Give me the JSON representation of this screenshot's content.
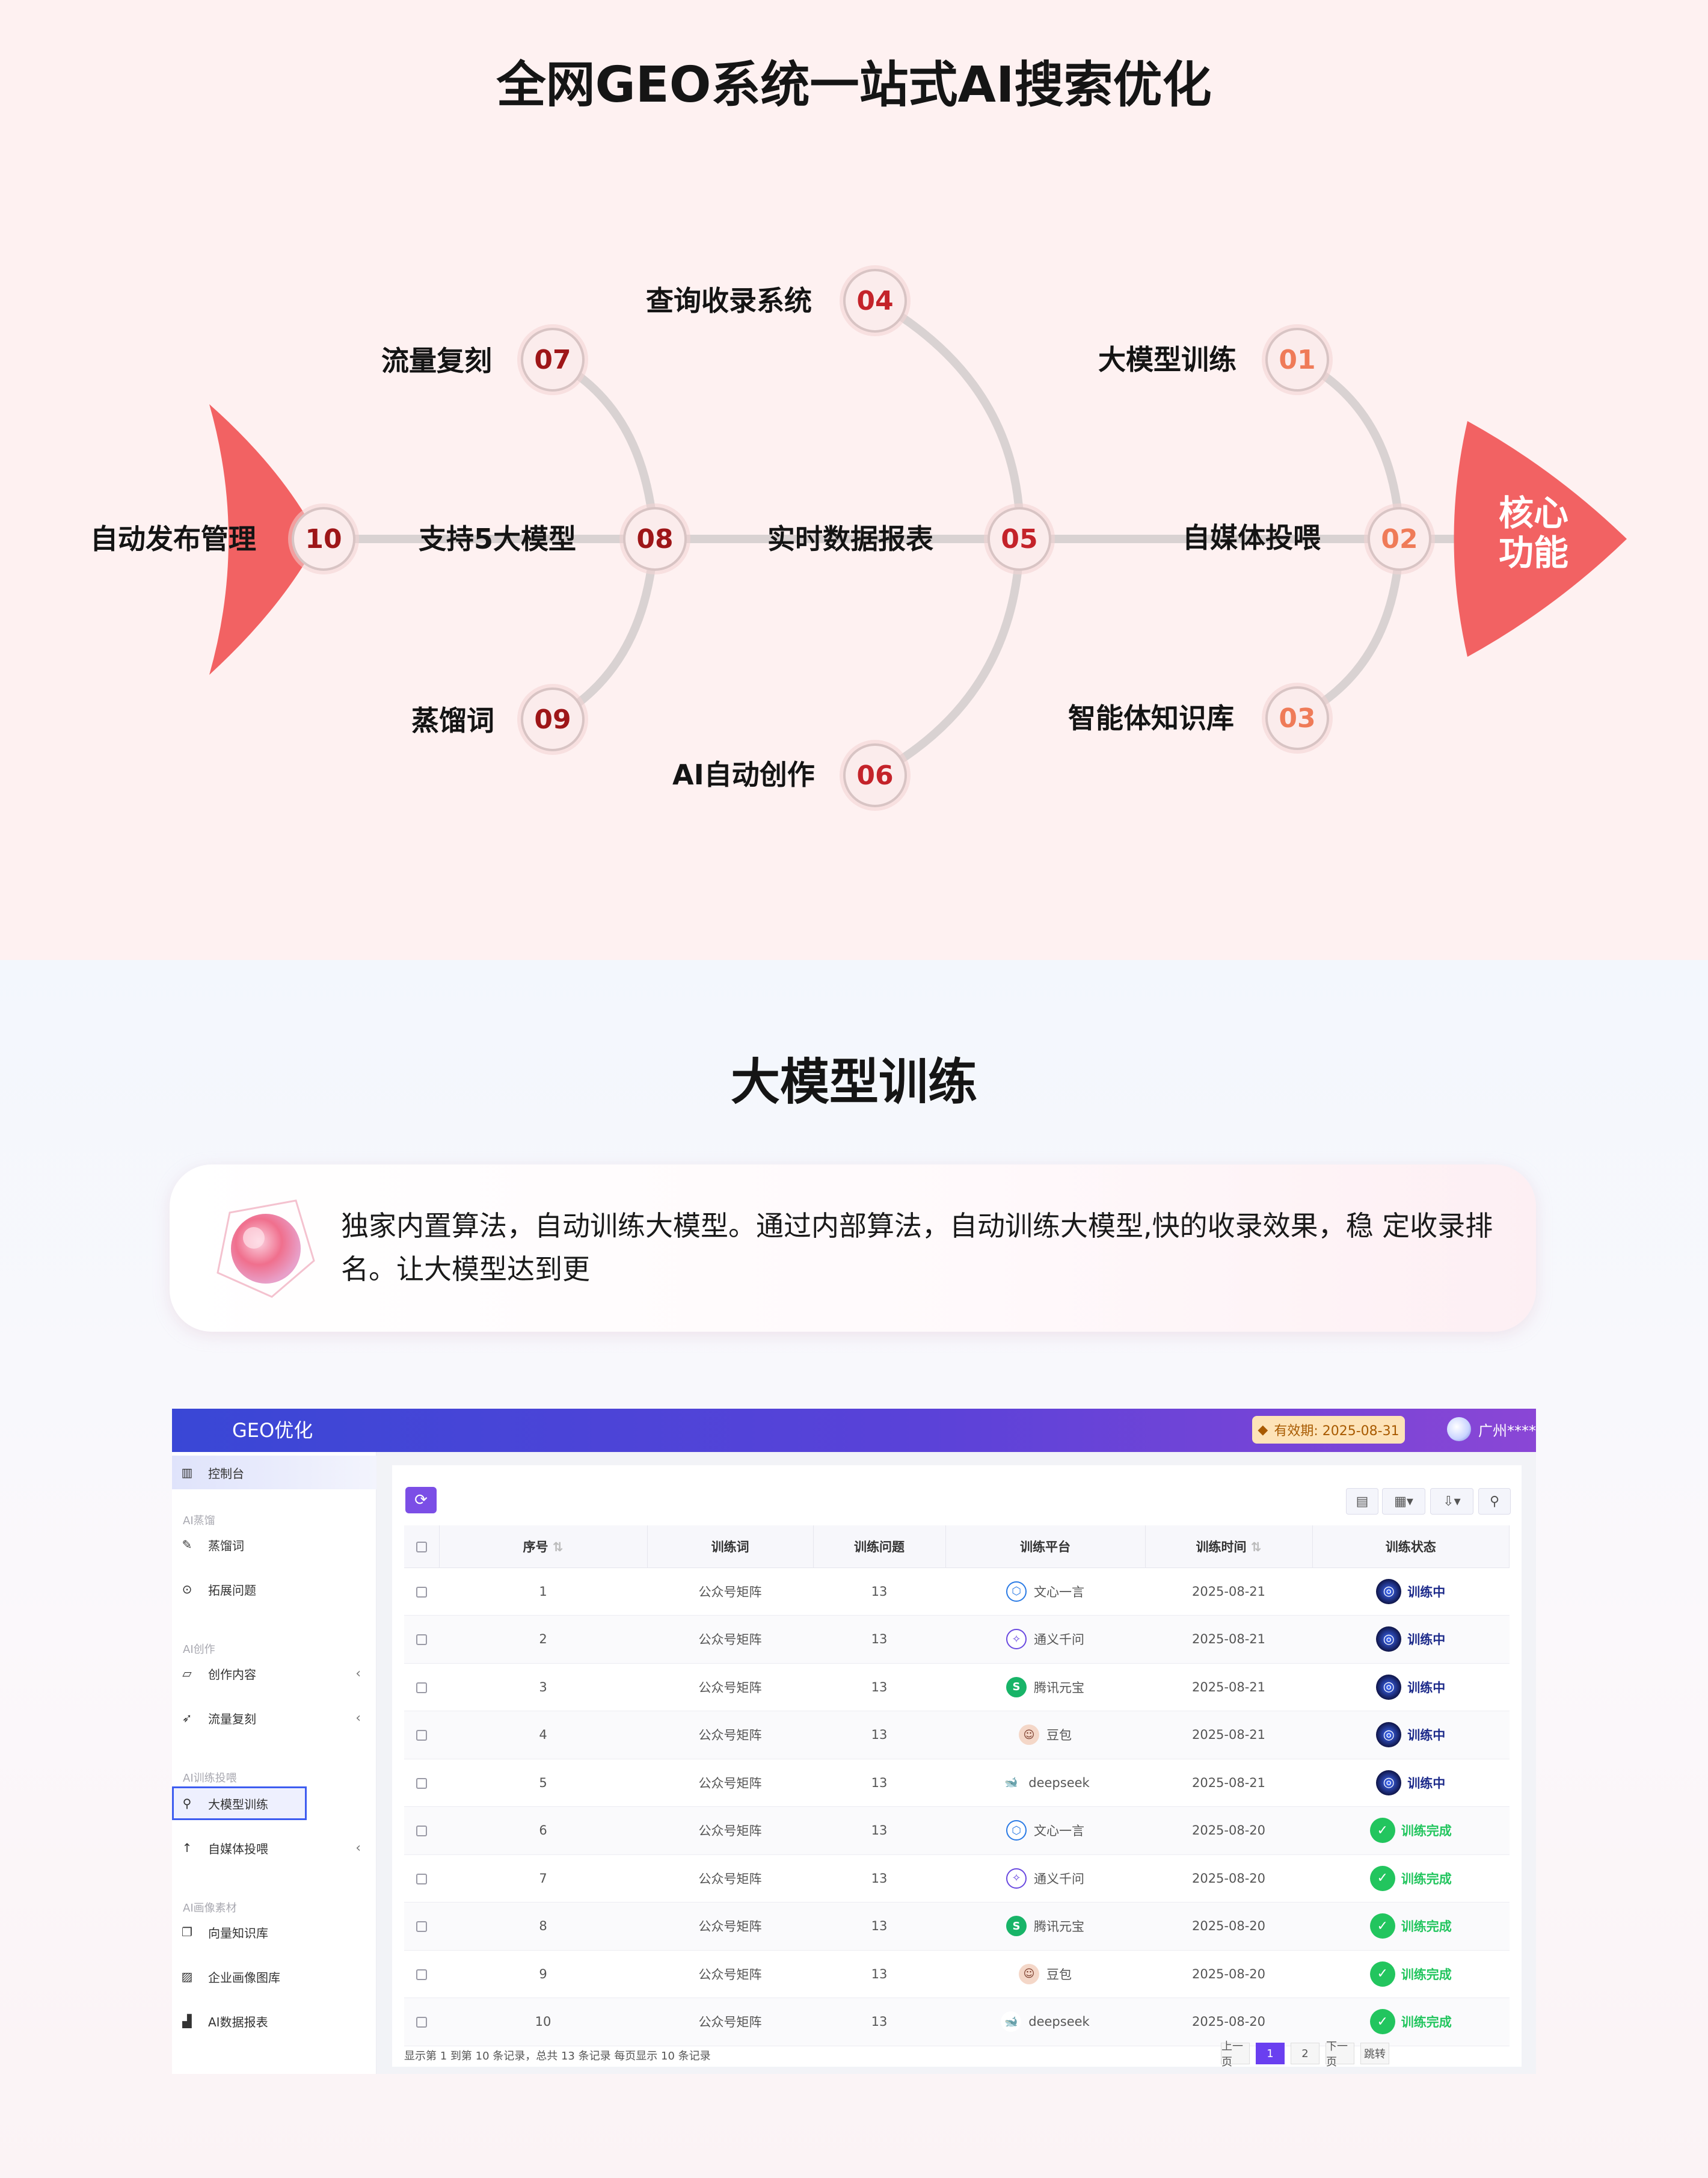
{
  "section1": {
    "title": "全网GEO系统一站式AI搜索优化",
    "core_label": "核心\n功能",
    "nodes": [
      {
        "num": "10",
        "label": "自动发布管理"
      },
      {
        "num": "09",
        "label": "蒸馏词"
      },
      {
        "num": "08",
        "label": "支持5大模型"
      },
      {
        "num": "07",
        "label": "流量复刻"
      },
      {
        "num": "06",
        "label": "AI自动创作"
      },
      {
        "num": "05",
        "label": "实时数据报表"
      },
      {
        "num": "04",
        "label": "查询收录系统"
      },
      {
        "num": "03",
        "label": "智能体知识库"
      },
      {
        "num": "02",
        "label": "自媒体投喂"
      },
      {
        "num": "01",
        "label": "大模型训练"
      }
    ]
  },
  "section2": {
    "title": "大模型训练",
    "description": "独家内置算法，自动训练大模型。通过内部算法，自动训练大模型,快的收录效果，稳 定收录排名。让大模型达到更"
  },
  "app": {
    "brand": "GEO优化",
    "expiry": "有效期: 2025-08-31",
    "user": "广州****",
    "sidebar": {
      "dashboard": "控制台",
      "group1": "AI蒸馏",
      "item_distill": "蒸馏词",
      "item_expand": "拓展问题",
      "group2": "AI创作",
      "item_create": "创作内容",
      "item_traffic": "流量复刻",
      "group3": "AI训练投喂",
      "item_train": "大模型训练",
      "item_feed": "自媒体投喂",
      "group4": "AI画像素材",
      "item_kb": "向量知识库",
      "item_gallery": "企业画像图库",
      "item_report": "AI数据报表"
    },
    "table": {
      "headers": [
        "序号",
        "训练词",
        "训练问题",
        "训练平台",
        "训练时间",
        "训练状态"
      ],
      "rows": [
        {
          "no": "1",
          "word": "公众号矩阵",
          "q": "13",
          "platform": "文心一言",
          "logo": "wenxin",
          "time": "2025-08-21",
          "status": "训练中",
          "state": "running"
        },
        {
          "no": "2",
          "word": "公众号矩阵",
          "q": "13",
          "platform": "通义千问",
          "logo": "tongyi",
          "time": "2025-08-21",
          "status": "训练中",
          "state": "running"
        },
        {
          "no": "3",
          "word": "公众号矩阵",
          "q": "13",
          "platform": "腾讯元宝",
          "logo": "yuanbao",
          "time": "2025-08-21",
          "status": "训练中",
          "state": "running"
        },
        {
          "no": "4",
          "word": "公众号矩阵",
          "q": "13",
          "platform": "豆包",
          "logo": "doubao",
          "time": "2025-08-21",
          "status": "训练中",
          "state": "running"
        },
        {
          "no": "5",
          "word": "公众号矩阵",
          "q": "13",
          "platform": "deepseek",
          "logo": "deepseek",
          "time": "2025-08-21",
          "status": "训练中",
          "state": "running"
        },
        {
          "no": "6",
          "word": "公众号矩阵",
          "q": "13",
          "platform": "文心一言",
          "logo": "wenxin",
          "time": "2025-08-20",
          "status": "训练完成",
          "state": "done"
        },
        {
          "no": "7",
          "word": "公众号矩阵",
          "q": "13",
          "platform": "通义千问",
          "logo": "tongyi",
          "time": "2025-08-20",
          "status": "训练完成",
          "state": "done"
        },
        {
          "no": "8",
          "word": "公众号矩阵",
          "q": "13",
          "platform": "腾讯元宝",
          "logo": "yuanbao",
          "time": "2025-08-20",
          "status": "训练完成",
          "state": "done"
        },
        {
          "no": "9",
          "word": "公众号矩阵",
          "q": "13",
          "platform": "豆包",
          "logo": "doubao",
          "time": "2025-08-20",
          "status": "训练完成",
          "state": "done"
        },
        {
          "no": "10",
          "word": "公众号矩阵",
          "q": "13",
          "platform": "deepseek",
          "logo": "deepseek",
          "time": "2025-08-20",
          "status": "训练完成",
          "state": "done"
        }
      ]
    },
    "pager": {
      "summary": "显示第 1 到第 10 条记录，总共 13 条记录 每页显示 10 条记录",
      "prev": "上一页",
      "pages": [
        "1",
        "2"
      ],
      "next": "下一页",
      "go": "跳转"
    }
  },
  "colors": {
    "accent_red": "#f26263",
    "brand_purple": "#6a3ff0",
    "running_blue": "#1c2a8a",
    "done_green": "#22c55e"
  }
}
